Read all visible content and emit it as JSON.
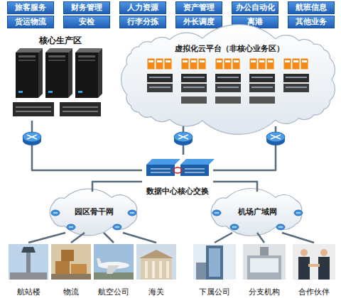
{
  "diagram": {
    "nodes": [
      {
        "text": [
          "旅客服务"
        ]
      },
      {
        "text": [
          "财务管理"
        ]
      },
      {
        "text": [
          "人力资源"
        ]
      },
      {
        "text": [
          "资产管理"
        ]
      },
      {
        "text": [
          "办公自动化"
        ]
      },
      {
        "text": [
          "航班信息"
        ]
      },
      {
        "text": [
          "货运物流"
        ]
      },
      {
        "text": [
          "安检"
        ]
      },
      {
        "text": [
          "行李分拣"
        ]
      },
      {
        "text": [
          "外长调度"
        ]
      },
      {
        "text": [
          "离港"
        ]
      },
      {
        "text": [
          "其他业务"
        ]
      },
      {
        "text": [
          "核心生产区"
        ]
      },
      {
        "text": [
          "虚拟化云平台（非核心业务区）"
        ]
      },
      {
        "text": [
          "数据中心核心交换"
        ]
      },
      {
        "text": [
          "园区骨干网"
        ]
      },
      {
        "text": [
          "机场广域网"
        ]
      },
      {
        "text": [
          "航站楼"
        ]
      },
      {
        "text": [
          "物流"
        ]
      },
      {
        "text": [
          "航空公司"
        ]
      },
      {
        "text": [
          "海关"
        ]
      },
      {
        "text": [
          "下属公司"
        ]
      },
      {
        "text": [
          "分支机构"
        ]
      },
      {
        "text": [
          "合作伙伴"
        ]
      }
    ],
    "edges": [
      {
        "from": 12,
        "to": 14,
        "arrow": "none"
      },
      {
        "from": 13,
        "to": 14,
        "arrow": "none"
      },
      {
        "from": 13,
        "to": 14,
        "arrow": "none"
      },
      {
        "from": 14,
        "to": 15,
        "arrow": "none"
      },
      {
        "from": 14,
        "to": 16,
        "arrow": "none"
      },
      {
        "from": 15,
        "to": 17,
        "arrow": "none"
      },
      {
        "from": 15,
        "to": 18,
        "arrow": "none"
      },
      {
        "from": 15,
        "to": 19,
        "arrow": "none"
      },
      {
        "from": 15,
        "to": 20,
        "arrow": "none"
      },
      {
        "from": 16,
        "to": 21,
        "arrow": "none"
      },
      {
        "from": 16,
        "to": 22,
        "arrow": "none"
      },
      {
        "from": 16,
        "to": 23,
        "arrow": "none"
      }
    ]
  }
}
